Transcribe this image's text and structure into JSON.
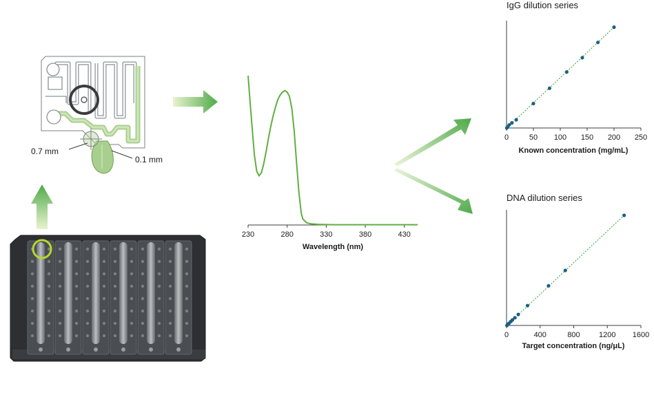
{
  "chip": {
    "dimension_labels": [
      "0.7 mm",
      "0.1 mm"
    ]
  },
  "colors": {
    "accent_green": "#74b65a",
    "accent_green_light": "#dcebc8",
    "spectrum_line": "#5fae3f",
    "point_blue": "#1d5f86",
    "fit_line": "#4caf50",
    "plate_dark": "#2d2f33",
    "highlight_ring": "#b8d62e"
  },
  "chart_data": [
    {
      "type": "line",
      "xlabel": "Wavelength (nm)",
      "ylabel": "",
      "xticks": [
        230,
        280,
        330,
        380,
        430
      ],
      "xlim": [
        230,
        447
      ],
      "ylim": [
        0,
        1.0
      ],
      "grid": false,
      "series": [
        {
          "x": [
            230,
            232,
            235,
            238,
            241,
            244,
            247,
            250,
            253,
            256,
            259,
            262,
            265,
            268,
            271,
            274,
            277,
            280,
            283,
            286,
            289,
            292,
            295,
            298,
            300,
            305,
            310,
            320,
            340,
            360,
            380,
            400,
            420,
            447
          ],
          "values": [
            1.0,
            0.86,
            0.66,
            0.47,
            0.36,
            0.33,
            0.35,
            0.41,
            0.49,
            0.58,
            0.66,
            0.73,
            0.79,
            0.84,
            0.87,
            0.89,
            0.9,
            0.89,
            0.86,
            0.78,
            0.63,
            0.42,
            0.22,
            0.08,
            0.04,
            0.015,
            0.008,
            0.004,
            0.002,
            0.002,
            0.002,
            0.002,
            0.002,
            0.002
          ]
        }
      ]
    },
    {
      "type": "scatter",
      "title": "IgG dilution series",
      "xlabel": "Known concentration (mg/mL)",
      "ylabel": "",
      "xticks": [
        0,
        50,
        100,
        150,
        200,
        250
      ],
      "xlim": [
        0,
        250
      ],
      "ylim": [
        0,
        1
      ],
      "grid": false,
      "trendline": "dotted",
      "series": [
        {
          "x": [
            0.5,
            2,
            5,
            10,
            18,
            50,
            80,
            112,
            141,
            170,
            200
          ],
          "values": [
            0.0,
            0.01,
            0.03,
            0.05,
            0.08,
            0.24,
            0.39,
            0.55,
            0.69,
            0.84,
            0.99
          ]
        }
      ]
    },
    {
      "type": "scatter",
      "title": "DNA dilution series",
      "xlabel": "Target concentration (ng/μL)",
      "ylabel": "",
      "xticks": [
        0,
        400,
        800,
        1200,
        1600
      ],
      "xlim": [
        0,
        1600
      ],
      "ylim": [
        0,
        1
      ],
      "grid": false,
      "trendline": "dotted",
      "series": [
        {
          "x": [
            5,
            15,
            30,
            50,
            70,
            100,
            140,
            250,
            500,
            700,
            1400
          ],
          "values": [
            0.0,
            0.01,
            0.02,
            0.035,
            0.05,
            0.07,
            0.1,
            0.18,
            0.36,
            0.5,
            1.0
          ]
        }
      ]
    }
  ]
}
